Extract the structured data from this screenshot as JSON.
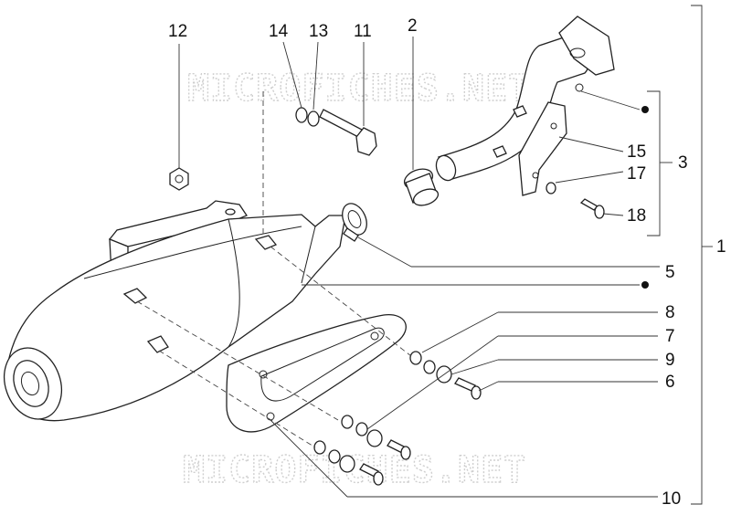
{
  "watermark": {
    "text_top": "MICROFICHES.NET",
    "text_bottom": "MICROFICHES.NET"
  },
  "callouts": {
    "c1": "1",
    "c2": "2",
    "c3": "3",
    "c5": "5",
    "c6": "6",
    "c7": "7",
    "c8": "8",
    "c9": "9",
    "c10": "10",
    "c11": "11",
    "c12": "12",
    "c13": "13",
    "c14": "14",
    "c15": "15",
    "c17": "17",
    "c18": "18"
  },
  "colors": {
    "line": "#222222",
    "watermark": "#cfcfcf",
    "background": "#ffffff"
  }
}
